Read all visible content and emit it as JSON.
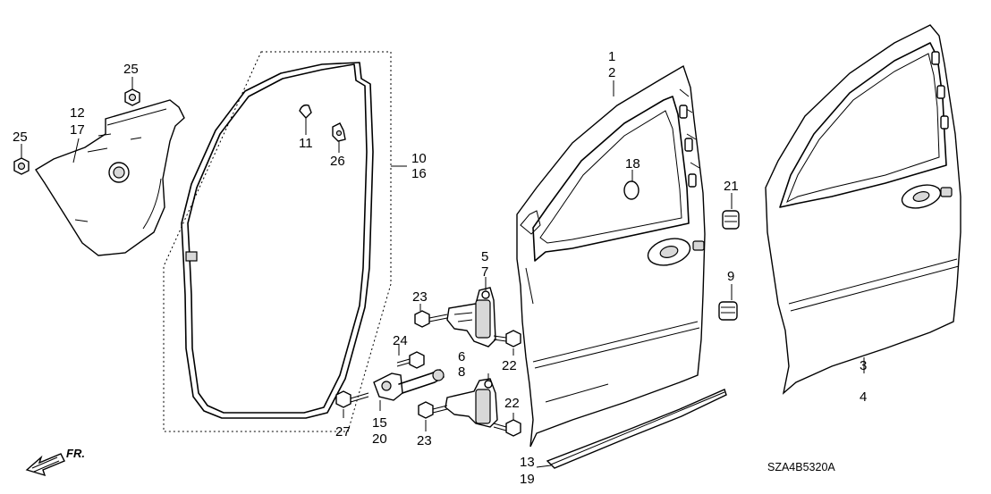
{
  "callouts": {
    "c1": "1",
    "c2": "2",
    "c3": "3",
    "c4": "4",
    "c5": "5",
    "c6": "6",
    "c7": "7",
    "c8": "8",
    "c9": "9",
    "c10": "10",
    "c11": "11",
    "c12": "12",
    "c13": "13",
    "c15": "15",
    "c16": "16",
    "c17": "17",
    "c18": "18",
    "c19": "19",
    "c20": "20",
    "c21": "21",
    "c22": "22",
    "c23": "23",
    "c24": "24",
    "c25": "25",
    "c26": "26",
    "c27": "27"
  },
  "direction_label": "FR.",
  "diagram_code": "SZA4B5320A"
}
